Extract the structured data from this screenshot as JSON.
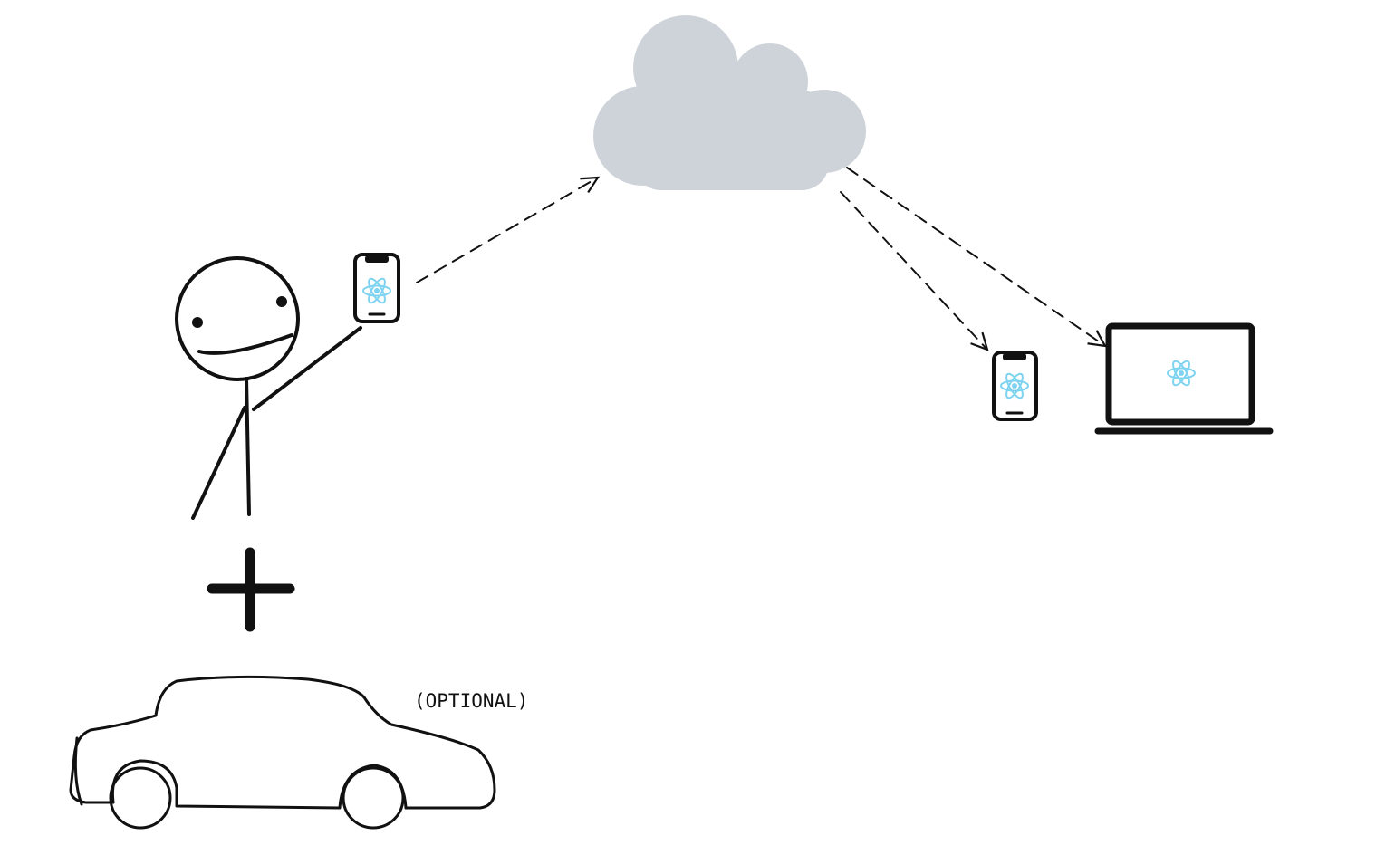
{
  "diagram": {
    "car_label": "(OPTIONAL)",
    "colors": {
      "cloud": "#cdd3d8",
      "ink": "#111111",
      "react_icon": "#7dd3f0"
    },
    "icons": [
      "cloud",
      "stick-figure",
      "phone-react",
      "laptop-react",
      "plus",
      "car"
    ]
  }
}
